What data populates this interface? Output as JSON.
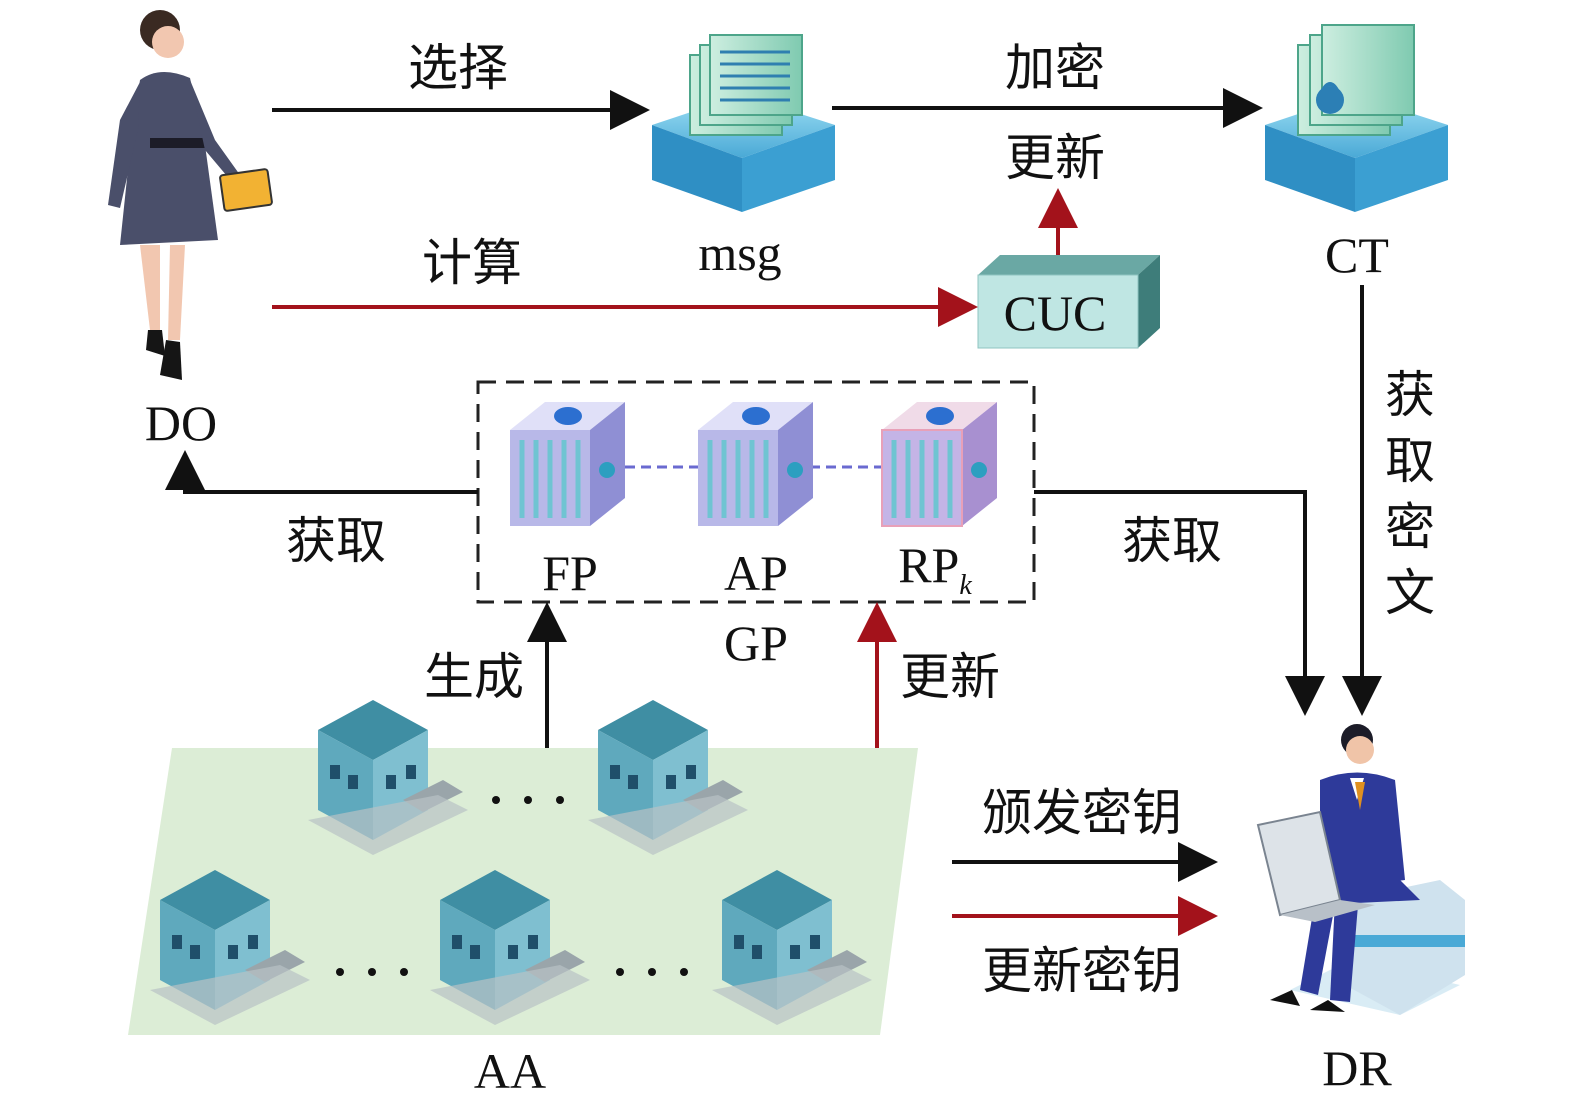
{
  "nodes": {
    "do_label": "DO",
    "msg_label": "msg",
    "ct_label": "CT",
    "cuc_label": "CUC",
    "fp_label": "FP",
    "ap_label": "AP",
    "rp_label": "RP",
    "rp_sub": "k",
    "gp_label": "GP",
    "aa_label": "AA",
    "dr_label": "DR"
  },
  "edges": {
    "select": "选择",
    "encrypt": "加密",
    "update_top": "更新",
    "compute": "计算",
    "obtain_left": "获取",
    "obtain_right": "获取",
    "obtain_ciphertext": [
      "获",
      "取",
      "密",
      "文"
    ],
    "generate": "生成",
    "update_mid": "更新",
    "issue_key": "颁发密钥",
    "update_key": "更新密钥"
  },
  "colors": {
    "black_arrow": "#111111",
    "red_arrow": "#a3121b",
    "ground": "#dcedd6",
    "server_blue": "#4aa9d6",
    "cube_purple": "#b8b8e8",
    "cuc_teal": "#bfe6e3"
  },
  "icons": {
    "do": "woman-with-tablet-icon",
    "msg": "document-server-icon",
    "ct": "encrypted-document-server-icon",
    "cuc": "cuc-box-icon",
    "cubes": "public-parameter-cube-icon",
    "buildings": "building-icon",
    "dr": "man-with-laptop-icon"
  }
}
